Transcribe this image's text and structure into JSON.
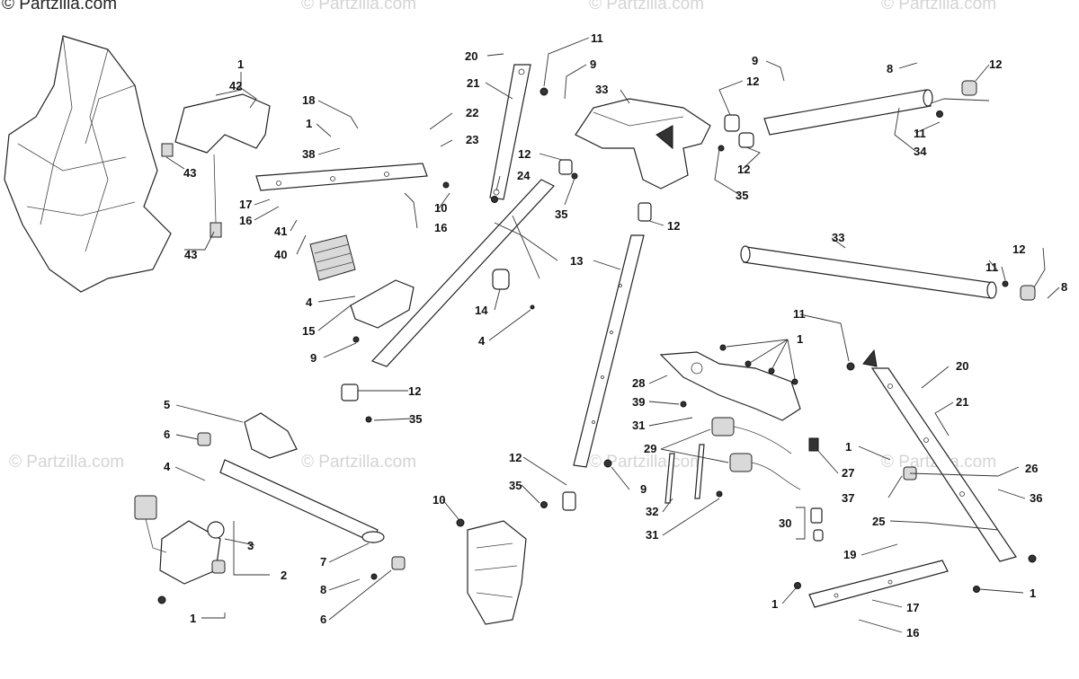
{
  "watermarks": {
    "corner": "© Partzilla.com",
    "repeat": "© Partzilla.com"
  },
  "colors": {
    "line": "#222222",
    "shade": "#d9d9d9",
    "watermark": "#d4d4d4"
  },
  "callouts": [
    {
      "id": "c1a",
      "label": "1"
    },
    {
      "id": "c42",
      "label": "42"
    },
    {
      "id": "c43a",
      "label": "43"
    },
    {
      "id": "c43b",
      "label": "43"
    },
    {
      "id": "c18",
      "label": "18"
    },
    {
      "id": "c1b",
      "label": "1"
    },
    {
      "id": "c38",
      "label": "38"
    },
    {
      "id": "c17a",
      "label": "17"
    },
    {
      "id": "c16a",
      "label": "16"
    },
    {
      "id": "c41",
      "label": "41"
    },
    {
      "id": "c40",
      "label": "40"
    },
    {
      "id": "c10a",
      "label": "10"
    },
    {
      "id": "c16b",
      "label": "16"
    },
    {
      "id": "c22",
      "label": "22"
    },
    {
      "id": "c23",
      "label": "23"
    },
    {
      "id": "c24",
      "label": "24"
    },
    {
      "id": "c20a",
      "label": "20"
    },
    {
      "id": "c21a",
      "label": "21"
    },
    {
      "id": "c11a",
      "label": "11"
    },
    {
      "id": "c9a",
      "label": "9"
    },
    {
      "id": "c33a",
      "label": "33"
    },
    {
      "id": "c12a",
      "label": "12"
    },
    {
      "id": "c35a",
      "label": "35"
    },
    {
      "id": "c12b",
      "label": "12"
    },
    {
      "id": "c9b",
      "label": "9"
    },
    {
      "id": "c12c",
      "label": "12"
    },
    {
      "id": "c12d",
      "label": "12"
    },
    {
      "id": "c35b",
      "label": "35"
    },
    {
      "id": "c8a",
      "label": "8"
    },
    {
      "id": "c12e",
      "label": "12"
    },
    {
      "id": "c11b",
      "label": "11"
    },
    {
      "id": "c34",
      "label": "34"
    },
    {
      "id": "c33b",
      "label": "33"
    },
    {
      "id": "c12f",
      "label": "12"
    },
    {
      "id": "c11c",
      "label": "11"
    },
    {
      "id": "c8b",
      "label": "8"
    },
    {
      "id": "c13",
      "label": "13"
    },
    {
      "id": "c4a",
      "label": "4"
    },
    {
      "id": "c15",
      "label": "15"
    },
    {
      "id": "c9c",
      "label": "9"
    },
    {
      "id": "c14",
      "label": "14"
    },
    {
      "id": "c4b",
      "label": "4"
    },
    {
      "id": "c12g",
      "label": "12"
    },
    {
      "id": "c35c",
      "label": "35"
    },
    {
      "id": "c5",
      "label": "5"
    },
    {
      "id": "c6a",
      "label": "6"
    },
    {
      "id": "c4c",
      "label": "4"
    },
    {
      "id": "c3",
      "label": "3"
    },
    {
      "id": "c2",
      "label": "2"
    },
    {
      "id": "c1c",
      "label": "1"
    },
    {
      "id": "c7",
      "label": "7"
    },
    {
      "id": "c8c",
      "label": "8"
    },
    {
      "id": "c6b",
      "label": "6"
    },
    {
      "id": "c10b",
      "label": "10"
    },
    {
      "id": "c12h",
      "label": "12"
    },
    {
      "id": "c35d",
      "label": "35"
    },
    {
      "id": "c9d",
      "label": "9"
    },
    {
      "id": "c1d",
      "label": "1"
    },
    {
      "id": "c28",
      "label": "28"
    },
    {
      "id": "c39",
      "label": "39"
    },
    {
      "id": "c31a",
      "label": "31"
    },
    {
      "id": "c29",
      "label": "29"
    },
    {
      "id": "c32",
      "label": "32"
    },
    {
      "id": "c31b",
      "label": "31"
    },
    {
      "id": "c27",
      "label": "27"
    },
    {
      "id": "c30",
      "label": "30"
    },
    {
      "id": "c11d",
      "label": "11"
    },
    {
      "id": "c20b",
      "label": "20"
    },
    {
      "id": "c21b",
      "label": "21"
    },
    {
      "id": "c1e",
      "label": "1"
    },
    {
      "id": "c26",
      "label": "26"
    },
    {
      "id": "c37",
      "label": "37"
    },
    {
      "id": "c36",
      "label": "36"
    },
    {
      "id": "c25",
      "label": "25"
    },
    {
      "id": "c19",
      "label": "19"
    },
    {
      "id": "c1f",
      "label": "1"
    },
    {
      "id": "c1g",
      "label": "1"
    },
    {
      "id": "c17b",
      "label": "17"
    },
    {
      "id": "c16c",
      "label": "16"
    }
  ]
}
